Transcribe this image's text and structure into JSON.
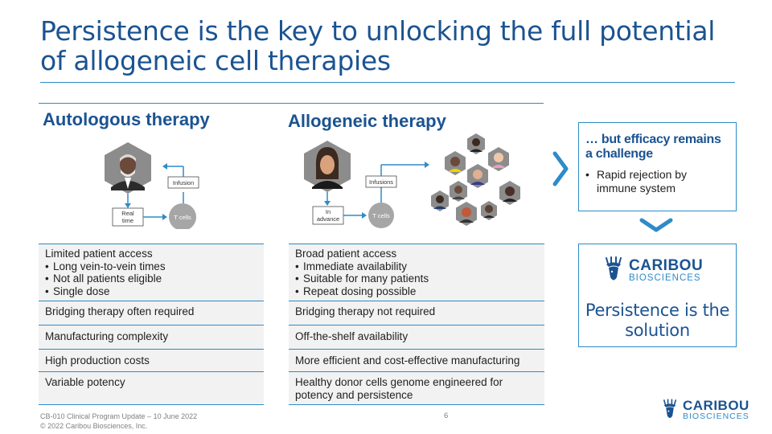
{
  "title": "Persistence is the key to unlocking the full potential of allogeneic cell therapies",
  "autologous": {
    "heading": "Autologous therapy",
    "diagram": {
      "infusion": "Infusion",
      "real_time_line1": "Real",
      "real_time_line2": "time",
      "tcells": "T cells"
    },
    "rows": [
      {
        "main": "Limited patient access",
        "bullets": [
          "Long vein-to-vein times",
          "Not all patients eligible",
          "Single dose"
        ]
      },
      {
        "main": "Bridging therapy often required"
      },
      {
        "main": "Manufacturing complexity"
      },
      {
        "main": "High production costs"
      },
      {
        "main": "Variable potency"
      }
    ]
  },
  "allogeneic": {
    "heading": "Allogeneic therapy",
    "diagram": {
      "infusions": "Infusions",
      "in_advance_line1": "In",
      "in_advance_line2": "advance",
      "tcells": "T cells"
    },
    "rows": [
      {
        "main": "Broad patient access",
        "bullets": [
          "Immediate availability",
          "Suitable for many patients",
          "Repeat dosing possible"
        ]
      },
      {
        "main": "Bridging therapy not required"
      },
      {
        "main": "Off-the-shelf availability"
      },
      {
        "main": "More efficient and cost-effective manufacturing"
      },
      {
        "main": "Healthy donor cells genome engineered for potency and persistence"
      }
    ]
  },
  "challenge": {
    "head": "… but efficacy remains a challenge",
    "bullet": "Rapid rejection by immune system"
  },
  "solution": {
    "logo_line1": "CARIBOU",
    "logo_line2": "BIOSCIENCES",
    "text": "Persistence is the solution"
  },
  "footer": {
    "line1": "CB-010 Clinical Program Update – 10 June 2022",
    "line2": "© 2022 Caribou Biosciences, Inc.",
    "page": "6",
    "logo_line1": "CARIBOU",
    "logo_line2": "BIOSCIENCES"
  },
  "colors": {
    "navy": "#1b5391",
    "accent_blue": "#2e8bc9",
    "row_bg": "#f2f2f2",
    "tcell_gray": "#a6a6a6"
  },
  "icons": [
    "doctor-avatar-icon",
    "woman-donor-avatar-icon",
    "patients-group-icon",
    "chevron-right-icon",
    "chevron-down-icon",
    "caribou-logo-icon"
  ]
}
